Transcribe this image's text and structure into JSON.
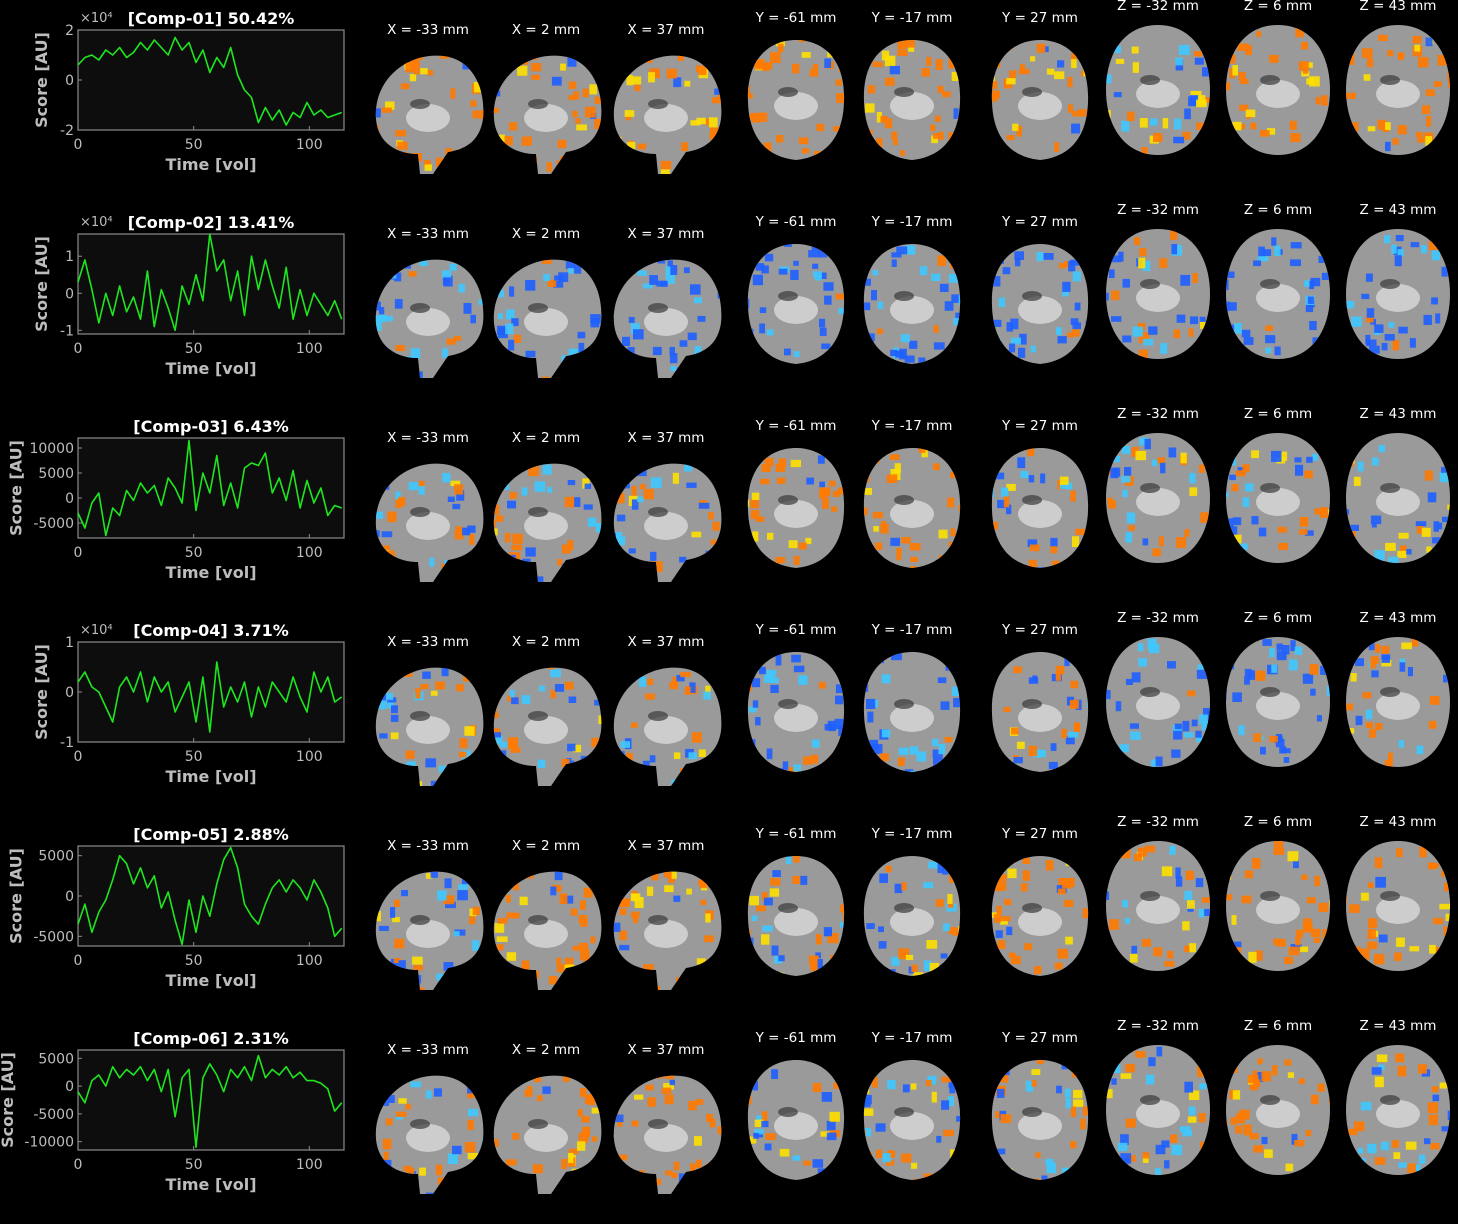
{
  "colors": {
    "background": "#000000",
    "axes_bg": "#0d0d0d",
    "axes_edge": "#8c8c8c",
    "tick_text": "#bdbdbd",
    "title_text": "#ffffff",
    "trace": "#1ee61e",
    "brain": "#9a9a9a",
    "positive": "#ff7a00",
    "positive_strong": "#ffe000",
    "negative": "#1f5fff",
    "negative_strong": "#3fc8ff"
  },
  "slice_labels": [
    "X = -33 mm",
    "X = 2 mm",
    "X = 37 mm",
    "Y = -61 mm",
    "Y = -17 mm",
    "Y = 27 mm",
    "Z = -32 mm",
    "Z = 6 mm",
    "Z = 43 mm"
  ],
  "slice_views": [
    "sagittal",
    "sagittal",
    "sagittal",
    "coronal",
    "coronal",
    "coronal",
    "axial",
    "axial",
    "axial"
  ],
  "chart_data": [
    {
      "type": "line",
      "title": "[Comp-01] 50.42%",
      "xlabel": "Time [vol]",
      "ylabel": "Score [AU]",
      "exponent": "×10⁴",
      "xlim": [
        0,
        115
      ],
      "ylim": [
        -2,
        2
      ],
      "xticks": [
        "0",
        "50",
        "100"
      ],
      "yticks": [
        "2",
        "0",
        "-2"
      ],
      "x": [
        0,
        3,
        6,
        9,
        12,
        15,
        18,
        21,
        24,
        27,
        30,
        33,
        36,
        39,
        42,
        45,
        48,
        51,
        54,
        57,
        60,
        63,
        66,
        69,
        72,
        75,
        78,
        81,
        84,
        87,
        90,
        93,
        96,
        99,
        102,
        105,
        108,
        111,
        114
      ],
      "values": [
        0.6,
        0.9,
        1.0,
        0.8,
        1.2,
        1.0,
        1.3,
        0.9,
        1.1,
        1.5,
        1.2,
        1.6,
        1.3,
        1.0,
        1.7,
        1.2,
        1.5,
        0.7,
        1.2,
        0.3,
        0.9,
        0.5,
        1.3,
        0.2,
        -0.4,
        -0.7,
        -1.7,
        -1.1,
        -1.6,
        -1.2,
        -1.8,
        -1.3,
        -1.5,
        -0.9,
        -1.4,
        -1.2,
        -1.5,
        -1.4,
        -1.3
      ]
    },
    {
      "type": "line",
      "title": "[Comp-02] 13.41%",
      "xlabel": "Time [vol]",
      "ylabel": "Score [AU]",
      "exponent": "×10⁴",
      "xlim": [
        0,
        115
      ],
      "ylim": [
        -1.1,
        1.6
      ],
      "xticks": [
        "0",
        "50",
        "100"
      ],
      "yticks": [
        "1",
        "0",
        "-1"
      ],
      "x": [
        0,
        3,
        6,
        9,
        12,
        15,
        18,
        21,
        24,
        27,
        30,
        33,
        36,
        39,
        42,
        45,
        48,
        51,
        54,
        57,
        60,
        63,
        66,
        69,
        72,
        75,
        78,
        81,
        84,
        87,
        90,
        93,
        96,
        99,
        102,
        105,
        108,
        111,
        114
      ],
      "values": [
        0.3,
        0.9,
        0.1,
        -0.8,
        0.0,
        -0.6,
        0.2,
        -0.5,
        -0.1,
        -0.7,
        0.6,
        -0.9,
        0.1,
        -0.4,
        -1.0,
        0.2,
        -0.3,
        0.5,
        -0.2,
        1.6,
        0.6,
        0.9,
        -0.2,
        0.6,
        -0.6,
        1.0,
        0.1,
        0.9,
        0.2,
        -0.4,
        0.7,
        -0.7,
        0.1,
        -0.6,
        0.0,
        -0.3,
        -0.6,
        -0.2,
        -0.7
      ]
    },
    {
      "type": "line",
      "title": "[Comp-03] 6.43%",
      "xlabel": "Time [vol]",
      "ylabel": "Score [AU]",
      "exponent": "",
      "xlim": [
        0,
        115
      ],
      "ylim": [
        -8000,
        12000
      ],
      "xticks": [
        "0",
        "50",
        "100"
      ],
      "yticks": [
        "10000",
        "5000",
        "0",
        "-5000"
      ],
      "x": [
        0,
        3,
        6,
        9,
        12,
        15,
        18,
        21,
        24,
        27,
        30,
        33,
        36,
        39,
        42,
        45,
        48,
        51,
        54,
        57,
        60,
        63,
        66,
        69,
        72,
        75,
        78,
        81,
        84,
        87,
        90,
        93,
        96,
        99,
        102,
        105,
        108,
        111,
        114
      ],
      "values": [
        -3000,
        -6000,
        -1000,
        1000,
        -7500,
        -2000,
        -3500,
        1500,
        -500,
        3000,
        1000,
        2500,
        -1500,
        4000,
        2000,
        -1000,
        11500,
        -2500,
        5000,
        1000,
        8500,
        -1500,
        3000,
        -2000,
        6000,
        7000,
        6500,
        9000,
        1000,
        4000,
        -500,
        5500,
        -2000,
        3500,
        -1000,
        2000,
        -3500,
        -1500,
        -2000
      ]
    },
    {
      "type": "line",
      "title": "[Comp-04] 3.71%",
      "xlabel": "Time [vol]",
      "ylabel": "Score [AU]",
      "exponent": "×10⁴",
      "xlim": [
        0,
        115
      ],
      "ylim": [
        -1,
        1
      ],
      "xticks": [
        "0",
        "50",
        "100"
      ],
      "yticks": [
        "1",
        "0",
        "-1"
      ],
      "x": [
        0,
        3,
        6,
        9,
        12,
        15,
        18,
        21,
        24,
        27,
        30,
        33,
        36,
        39,
        42,
        45,
        48,
        51,
        54,
        57,
        60,
        63,
        66,
        69,
        72,
        75,
        78,
        81,
        84,
        87,
        90,
        93,
        96,
        99,
        102,
        105,
        108,
        111,
        114
      ],
      "values": [
        0.2,
        0.4,
        0.1,
        0.0,
        -0.3,
        -0.6,
        0.1,
        0.3,
        0.0,
        0.4,
        -0.2,
        0.3,
        0.0,
        0.2,
        -0.4,
        -0.1,
        0.2,
        -0.6,
        0.3,
        -0.8,
        0.6,
        -0.3,
        0.1,
        -0.2,
        0.2,
        -0.5,
        0.1,
        -0.3,
        0.2,
        0.0,
        -0.2,
        0.3,
        -0.1,
        -0.4,
        0.4,
        0.0,
        0.3,
        -0.2,
        -0.1
      ]
    },
    {
      "type": "line",
      "title": "[Comp-05] 2.88%",
      "xlabel": "Time [vol]",
      "ylabel": "Score [AU]",
      "exponent": "",
      "xlim": [
        0,
        115
      ],
      "ylim": [
        -6200,
        6200
      ],
      "xticks": [
        "0",
        "50",
        "100"
      ],
      "yticks": [
        "5000",
        "0",
        "-5000"
      ],
      "x": [
        0,
        3,
        6,
        9,
        12,
        15,
        18,
        21,
        24,
        27,
        30,
        33,
        36,
        39,
        42,
        45,
        48,
        51,
        54,
        57,
        60,
        63,
        66,
        69,
        72,
        75,
        78,
        81,
        84,
        87,
        90,
        93,
        96,
        99,
        102,
        105,
        108,
        111,
        114
      ],
      "values": [
        -3500,
        -1000,
        -4500,
        -2000,
        -500,
        2000,
        5000,
        4000,
        1500,
        3500,
        1000,
        2500,
        -1500,
        500,
        -3000,
        -6000,
        -500,
        -4500,
        0,
        -2500,
        1500,
        4500,
        6000,
        3500,
        -1000,
        -2500,
        -3500,
        -1000,
        1000,
        2000,
        500,
        2000,
        1000,
        -500,
        2000,
        500,
        -1500,
        -5000,
        -4000
      ]
    },
    {
      "type": "line",
      "title": "[Comp-06] 2.31%",
      "xlabel": "Time [vol]",
      "ylabel": "Score [AU]",
      "exponent": "",
      "xlim": [
        0,
        115
      ],
      "ylim": [
        -11500,
        6500
      ],
      "xticks": [
        "0",
        "50",
        "100"
      ],
      "yticks": [
        "5000",
        "0",
        "-5000",
        "-10000"
      ],
      "x": [
        0,
        3,
        6,
        9,
        12,
        15,
        18,
        21,
        24,
        27,
        30,
        33,
        36,
        39,
        42,
        45,
        48,
        51,
        54,
        57,
        60,
        63,
        66,
        69,
        72,
        75,
        78,
        81,
        84,
        87,
        90,
        93,
        96,
        99,
        102,
        105,
        108,
        111,
        114
      ],
      "values": [
        -1000,
        -3000,
        1000,
        2000,
        0,
        3500,
        1500,
        3000,
        2000,
        3500,
        1000,
        3000,
        -1000,
        3000,
        -5500,
        1500,
        3000,
        -11000,
        1500,
        4000,
        2000,
        -1000,
        3000,
        1500,
        3500,
        1000,
        5500,
        1500,
        3000,
        2000,
        3500,
        1500,
        2500,
        1000,
        1000,
        500,
        -500,
        -4500,
        -3000
      ]
    }
  ],
  "brain_maps": [
    [
      "pos",
      "pos",
      "pos",
      "pos",
      "pos",
      "pos",
      "mix",
      "pos",
      "pos"
    ],
    [
      "neg",
      "neg",
      "neg",
      "neg",
      "neg",
      "neg",
      "mix",
      "neg",
      "neg"
    ],
    [
      "mix",
      "mix",
      "mix",
      "pos",
      "pos",
      "mix",
      "mix",
      "mix",
      "mix"
    ],
    [
      "mix",
      "mix",
      "mix",
      "neg",
      "neg",
      "mix",
      "neg",
      "neg",
      "mix"
    ],
    [
      "mix",
      "pos",
      "pos",
      "mix",
      "mix",
      "pos",
      "mix",
      "pos",
      "pos"
    ],
    [
      "mix",
      "pos",
      "pos",
      "mix",
      "mix",
      "mix",
      "mix",
      "pos",
      "mix"
    ]
  ]
}
